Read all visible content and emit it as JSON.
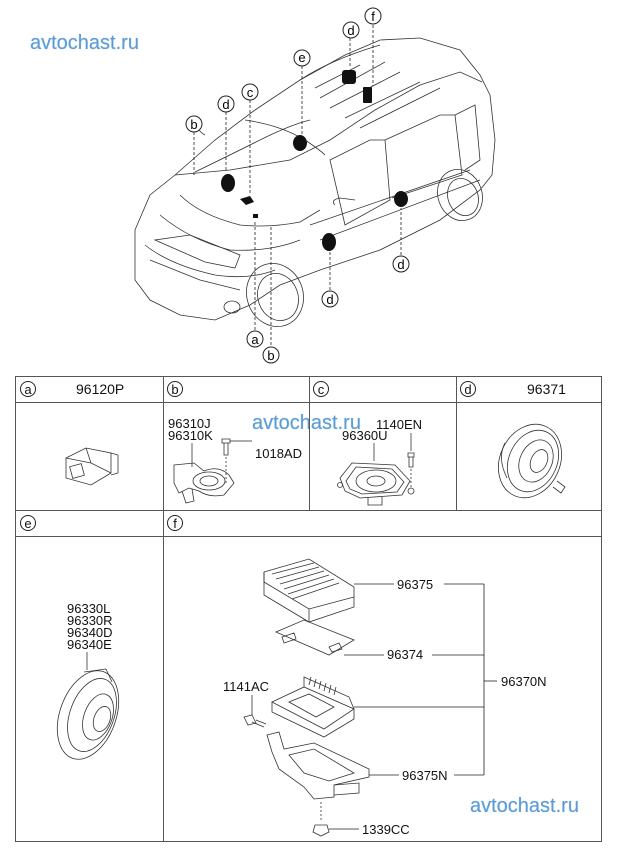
{
  "watermark": "avtochast.ru",
  "overview": {
    "callouts": [
      {
        "label": "b",
        "target": "hood-left"
      },
      {
        "label": "d",
        "target": "dash-left"
      },
      {
        "label": "c",
        "target": "dash-center"
      },
      {
        "label": "e",
        "target": "roof-front"
      },
      {
        "label": "d",
        "target": "rear-cargo"
      },
      {
        "label": "f",
        "target": "rear-cargo-amp"
      },
      {
        "label": "d",
        "target": "front-door"
      },
      {
        "label": "d",
        "target": "rear-door"
      },
      {
        "label": "a",
        "target": "cowl"
      },
      {
        "label": "b",
        "target": "cowl-right"
      }
    ]
  },
  "cells": {
    "a": {
      "letter": "a",
      "header_part": "96120P",
      "parts": []
    },
    "b": {
      "letter": "b",
      "header_part": "",
      "parts": [
        "96310J",
        "96310K",
        "1018AD"
      ]
    },
    "c": {
      "letter": "c",
      "header_part": "",
      "parts": [
        "96360U",
        "1140EN"
      ]
    },
    "d": {
      "letter": "d",
      "header_part": "96371",
      "parts": []
    },
    "e": {
      "letter": "e",
      "header_part": "",
      "parts": [
        "96330L",
        "96330R",
        "96340D",
        "96340E"
      ]
    },
    "f": {
      "letter": "f",
      "header_part": "",
      "parts": [
        "96375",
        "96374",
        "96370N",
        "1141AC",
        "96375N",
        "1339CC"
      ]
    }
  }
}
